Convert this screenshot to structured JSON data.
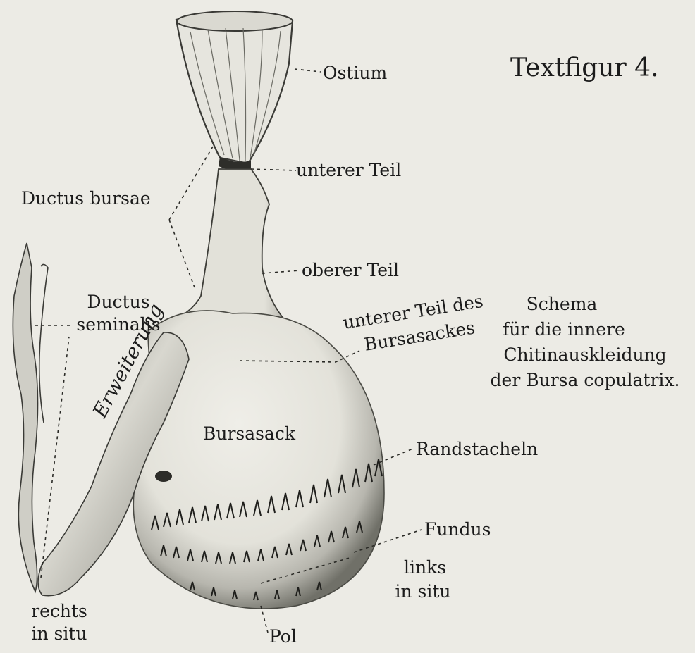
{
  "title": "Textfigur 4.",
  "labels": {
    "ostium": "Ostium",
    "unterer_teil": "unterer Teil",
    "ductus_bursae": "Ductus bursae",
    "oberer_teil": "oberer Teil",
    "ductus_seminalis_1": "Ductus",
    "ductus_seminalis_2": "seminalis",
    "unterer_teil_des": "unterer Teil des",
    "bursasackes": "Bursasackes",
    "erweiterung": "Erweiterung",
    "bursasack": "Bursasack",
    "randstacheln": "Randstacheln",
    "fundus": "Fundus",
    "links_1": "links",
    "links_2": "in situ",
    "rechts_1": "rechts",
    "rechts_2": "in situ",
    "pol": "Pol"
  },
  "caption": {
    "line1": "Schema",
    "line2": "für die innere",
    "line3": "Chitinauskleidung",
    "line4": "der Bursa copulatrix."
  }
}
